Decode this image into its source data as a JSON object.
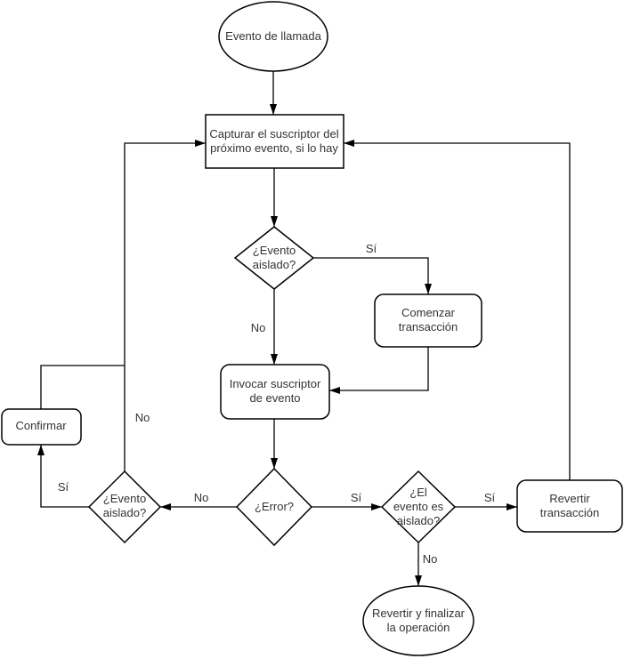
{
  "nodes": {
    "start": {
      "label": "Evento de llamada"
    },
    "capture": {
      "label": "Capturar el suscriptor del\npróximo evento, si lo hay"
    },
    "isolated_check_1": {
      "label": "¿Evento\naislado?"
    },
    "begin_transaction": {
      "label": "Comenzar\ntransacción"
    },
    "invoke_subscriber": {
      "label": "Invocar suscriptor\nde evento"
    },
    "error_check": {
      "label": "¿Error?"
    },
    "isolated_check_2": {
      "label": "¿El\nevento es\naislado?"
    },
    "revert_transaction": {
      "label": "Revertir transacción"
    },
    "isolated_check_3": {
      "label": "¿Evento\naislado?"
    },
    "confirm": {
      "label": "Confirmar"
    },
    "end": {
      "label": "Revertir y finalizar\nla operación"
    }
  },
  "edge_labels": {
    "isolated1_yes": "Sí",
    "isolated1_no": "No",
    "error_no": "No",
    "error_yes": "Sí",
    "isolated2_yes": "Sí",
    "isolated2_no": "No",
    "isolated3_yes": "Sí",
    "isolated3_no": "No"
  },
  "colors": {
    "background": "#ffffff",
    "node_fill": "#ffffff",
    "stroke": "#000000",
    "text": "#333333"
  }
}
